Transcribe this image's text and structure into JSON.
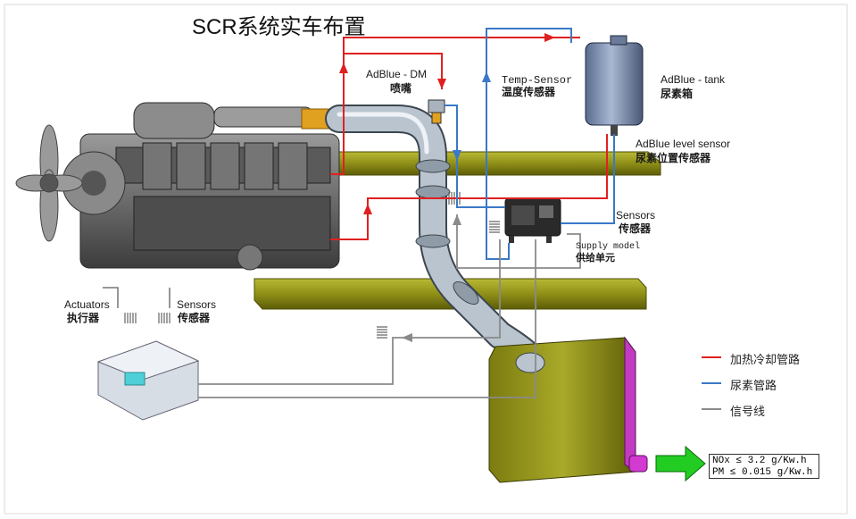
{
  "title": "SCR系统实车布置",
  "labels": {
    "adblue_dm": "AdBlue - DM",
    "adblue_dm_cn": "喷嘴",
    "temp_sensor": "Temp-Sensor",
    "temp_sensor_cn": "温度传感器",
    "adblue_tank": "AdBlue - tank",
    "adblue_tank_cn": "尿素箱",
    "level_sensor": "AdBlue level sensor",
    "level_sensor_cn": "尿素位置传感器",
    "sensors_right": "Sensors",
    "sensors_right_cn": "传感器",
    "supply_model": "Supply model",
    "supply_model_cn": "供给单元",
    "actuators": "Actuators",
    "actuators_cn": "执行器",
    "sensors_left": "Sensors",
    "sensors_left_cn": "传感器"
  },
  "legend": [
    {
      "label": "加热冷却管路",
      "color": "#e02020"
    },
    {
      "label": "尿素管路",
      "color": "#3a78c8"
    },
    {
      "label": "信号线",
      "color": "#8a8a8a"
    }
  ],
  "emissions": {
    "nox": "NOx ≤ 3.2  g/Kw.h",
    "pm": "PM  ≤ 0.015 g/Kw.h"
  },
  "colors": {
    "heating_line": "#e02020",
    "urea_line": "#3a78c8",
    "signal_line": "#8a8a8a",
    "chassis_rail": "#8c8c14",
    "muffler": "#6e6e0e",
    "arrow": "#22cc22"
  }
}
